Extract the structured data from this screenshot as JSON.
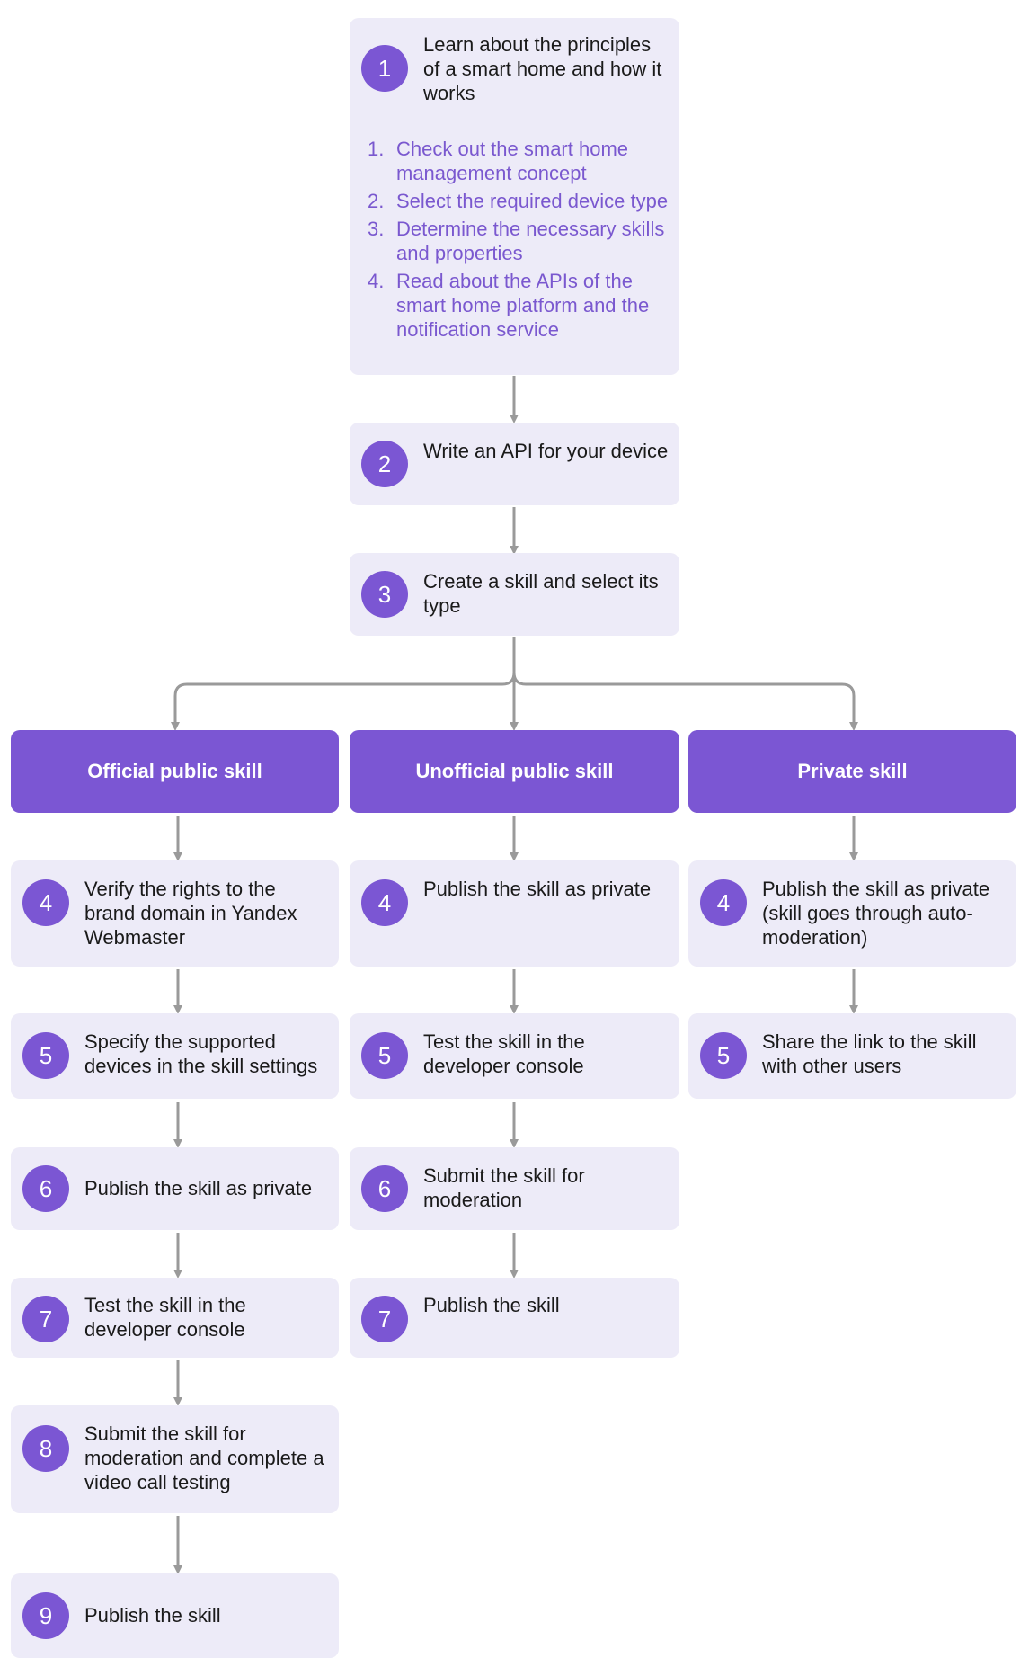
{
  "colors": {
    "accent": "#7b56d3",
    "box_fill": "#edebf8",
    "sub_text": "#7a58cf",
    "connector": "#9a9a9a"
  },
  "step1": {
    "number": "1",
    "text": "Learn about the principles of a smart home and how it works",
    "subitems": [
      {
        "number": "1.",
        "text": "Check out the smart home management concept"
      },
      {
        "number": "2.",
        "text": "Select the required device type"
      },
      {
        "number": "3.",
        "text": "Determine the necessary skills and properties"
      },
      {
        "number": "4.",
        "text": "Read about the APIs of the smart home platform and the notification service"
      }
    ]
  },
  "step2": {
    "number": "2",
    "text": "Write an API for your device"
  },
  "step3": {
    "number": "3",
    "text": "Create a skill and select its type"
  },
  "columns": {
    "official": {
      "title": "Official public skill",
      "steps": [
        {
          "number": "4",
          "text": "Verify the rights to the brand domain in Yandex Webmaster"
        },
        {
          "number": "5",
          "text": "Specify the supported devices in the skill settings"
        },
        {
          "number": "6",
          "text": "Publish the skill as private"
        },
        {
          "number": "7",
          "text": "Test the skill in the developer console"
        },
        {
          "number": "8",
          "text": "Submit the skill for moderation and complete a video call testing"
        },
        {
          "number": "9",
          "text": "Publish the skill"
        }
      ]
    },
    "unofficial": {
      "title": "Unofficial public skill",
      "steps": [
        {
          "number": "4",
          "text": "Publish the skill as private"
        },
        {
          "number": "5",
          "text": "Test the skill in the developer console"
        },
        {
          "number": "6",
          "text": "Submit the skill for moderation"
        },
        {
          "number": "7",
          "text": "Publish the skill"
        }
      ]
    },
    "private": {
      "title": "Private skill",
      "steps": [
        {
          "number": "4",
          "text": "Publish the skill as private (skill goes through auto-moderation)"
        },
        {
          "number": "5",
          "text": "Share the link to the skill with other users"
        }
      ]
    }
  }
}
